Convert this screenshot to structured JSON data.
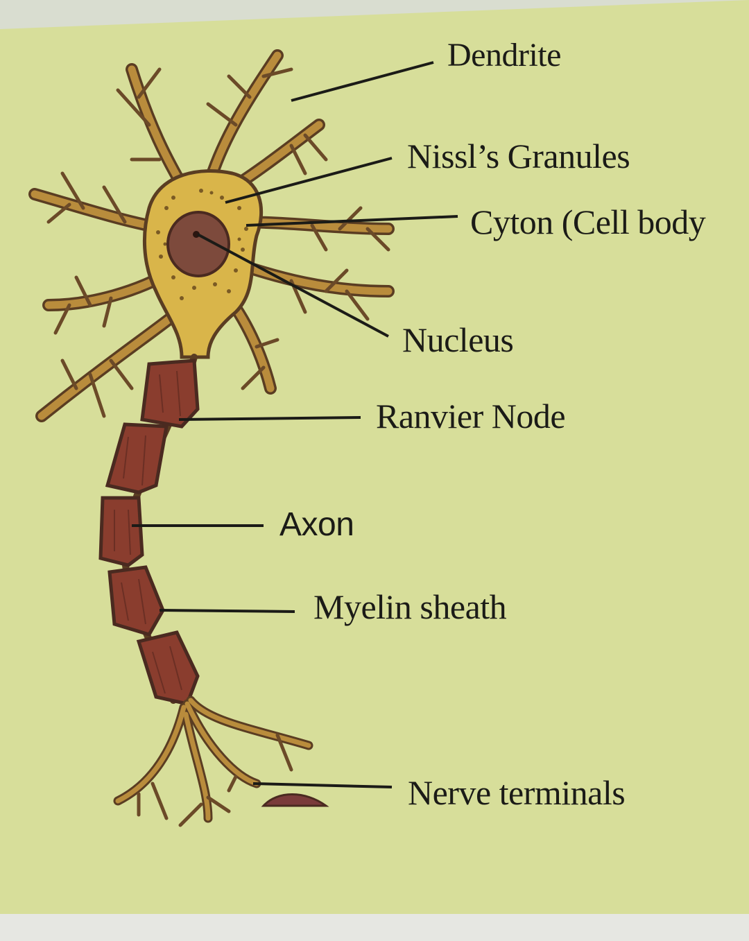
{
  "diagram": {
    "labels": {
      "dendrite": "Dendrite",
      "nissl": "Nissl’s Granules",
      "cyton": "Cyton (Cell body",
      "nucleus": "Nucleus",
      "ranvier": "Ranvier Node",
      "axon": "Axon",
      "myelin": "Myelin  sheath",
      "terminals": "Nerve terminals"
    },
    "colors": {
      "page": "#d7de9a",
      "cell_body": "#d9b54a",
      "dendrite": "#b98c3c",
      "outline": "#5a3d22",
      "nucleus": "#7d4a3c",
      "myelin": "#8a3d2e",
      "leader_line": "#1b1b17"
    }
  }
}
